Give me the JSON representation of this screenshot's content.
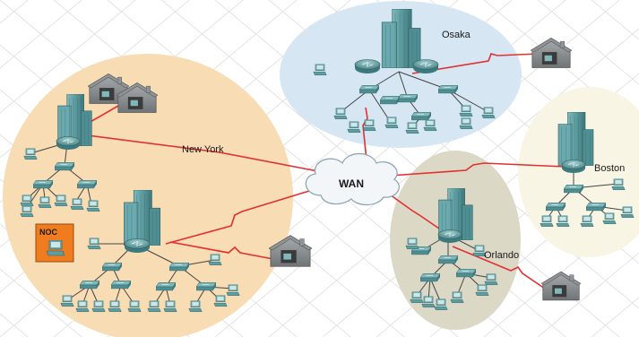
{
  "labels": {
    "osaka": "Osaka",
    "new_york": "New York",
    "boston": "Boston",
    "orlando": "Orlando",
    "wan": "WAN",
    "noc": "NOC"
  },
  "colors": {
    "new_york_region": "#f7dcb4",
    "osaka_region": "#d6e6f3",
    "boston_region": "#f8f5e4",
    "orlando_region": "#dcd8c6",
    "wan_link": "#e23030",
    "lan_link": "#4a4a4a",
    "device": "#5e9ea2",
    "noc_box": "#ef7d20",
    "grid": "#d8d8d8"
  },
  "icons": {
    "building": "office-building-icon",
    "router": "router-icon",
    "switch": "switch-icon",
    "pc": "pc-icon",
    "house": "home-office-icon",
    "cloud": "wan-cloud-icon"
  }
}
